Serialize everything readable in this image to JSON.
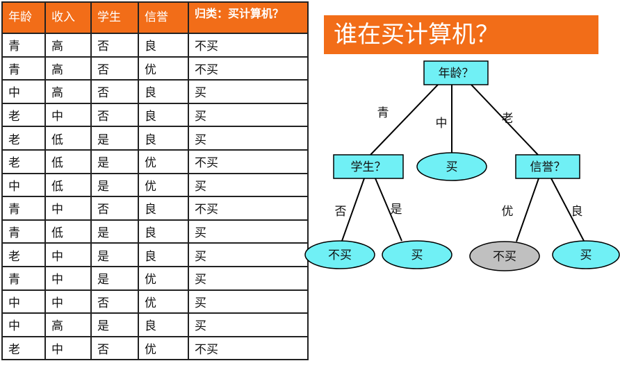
{
  "table": {
    "headers": [
      "年龄",
      "收入",
      "学生",
      "信誉",
      "归类：买计算机？"
    ],
    "rows": [
      [
        "青",
        "高",
        "否",
        "良",
        "不买"
      ],
      [
        "青",
        "高",
        "否",
        "优",
        "不买"
      ],
      [
        "中",
        "高",
        "否",
        "良",
        "买"
      ],
      [
        "老",
        "中",
        "否",
        "良",
        "买"
      ],
      [
        "老",
        "低",
        "是",
        "良",
        "买"
      ],
      [
        "老",
        "低",
        "是",
        "优",
        "不买"
      ],
      [
        "中",
        "低",
        "是",
        "优",
        "买"
      ],
      [
        "青",
        "中",
        "否",
        "良",
        "不买"
      ],
      [
        "青",
        "低",
        "是",
        "良",
        "买"
      ],
      [
        "老",
        "中",
        "是",
        "良",
        "买"
      ],
      [
        "青",
        "中",
        "是",
        "优",
        "买"
      ],
      [
        "中",
        "中",
        "否",
        "优",
        "买"
      ],
      [
        "中",
        "高",
        "是",
        "良",
        "买"
      ],
      [
        "老",
        "中",
        "否",
        "优",
        "不买"
      ]
    ]
  },
  "title": "谁在买计算机？",
  "tree": {
    "colors": {
      "node": "#70f0f5",
      "leaf_unknown": "#c0c0c0",
      "stroke": "#000000"
    },
    "nodes": [
      {
        "id": "age",
        "label": "年龄？",
        "shape": "rect"
      },
      {
        "id": "student",
        "label": "学生？",
        "shape": "rect"
      },
      {
        "id": "middle_leaf",
        "label": "买",
        "shape": "ellipse"
      },
      {
        "id": "credit",
        "label": "信誉？",
        "shape": "rect"
      },
      {
        "id": "s_no",
        "label": "不买",
        "shape": "ellipse"
      },
      {
        "id": "s_yes",
        "label": "买",
        "shape": "ellipse"
      },
      {
        "id": "c_good",
        "label": "不买",
        "shape": "ellipse",
        "highlight": "grey"
      },
      {
        "id": "c_fine",
        "label": "买",
        "shape": "ellipse"
      }
    ],
    "edges": [
      {
        "from": "age",
        "to": "student",
        "label": "青"
      },
      {
        "from": "age",
        "to": "middle_leaf",
        "label": "中"
      },
      {
        "from": "age",
        "to": "credit",
        "label": "老"
      },
      {
        "from": "student",
        "to": "s_no",
        "label": "否"
      },
      {
        "from": "student",
        "to": "s_yes",
        "label": "是"
      },
      {
        "from": "credit",
        "to": "c_good",
        "label": "优"
      },
      {
        "from": "credit",
        "to": "c_fine",
        "label": "良"
      }
    ]
  }
}
